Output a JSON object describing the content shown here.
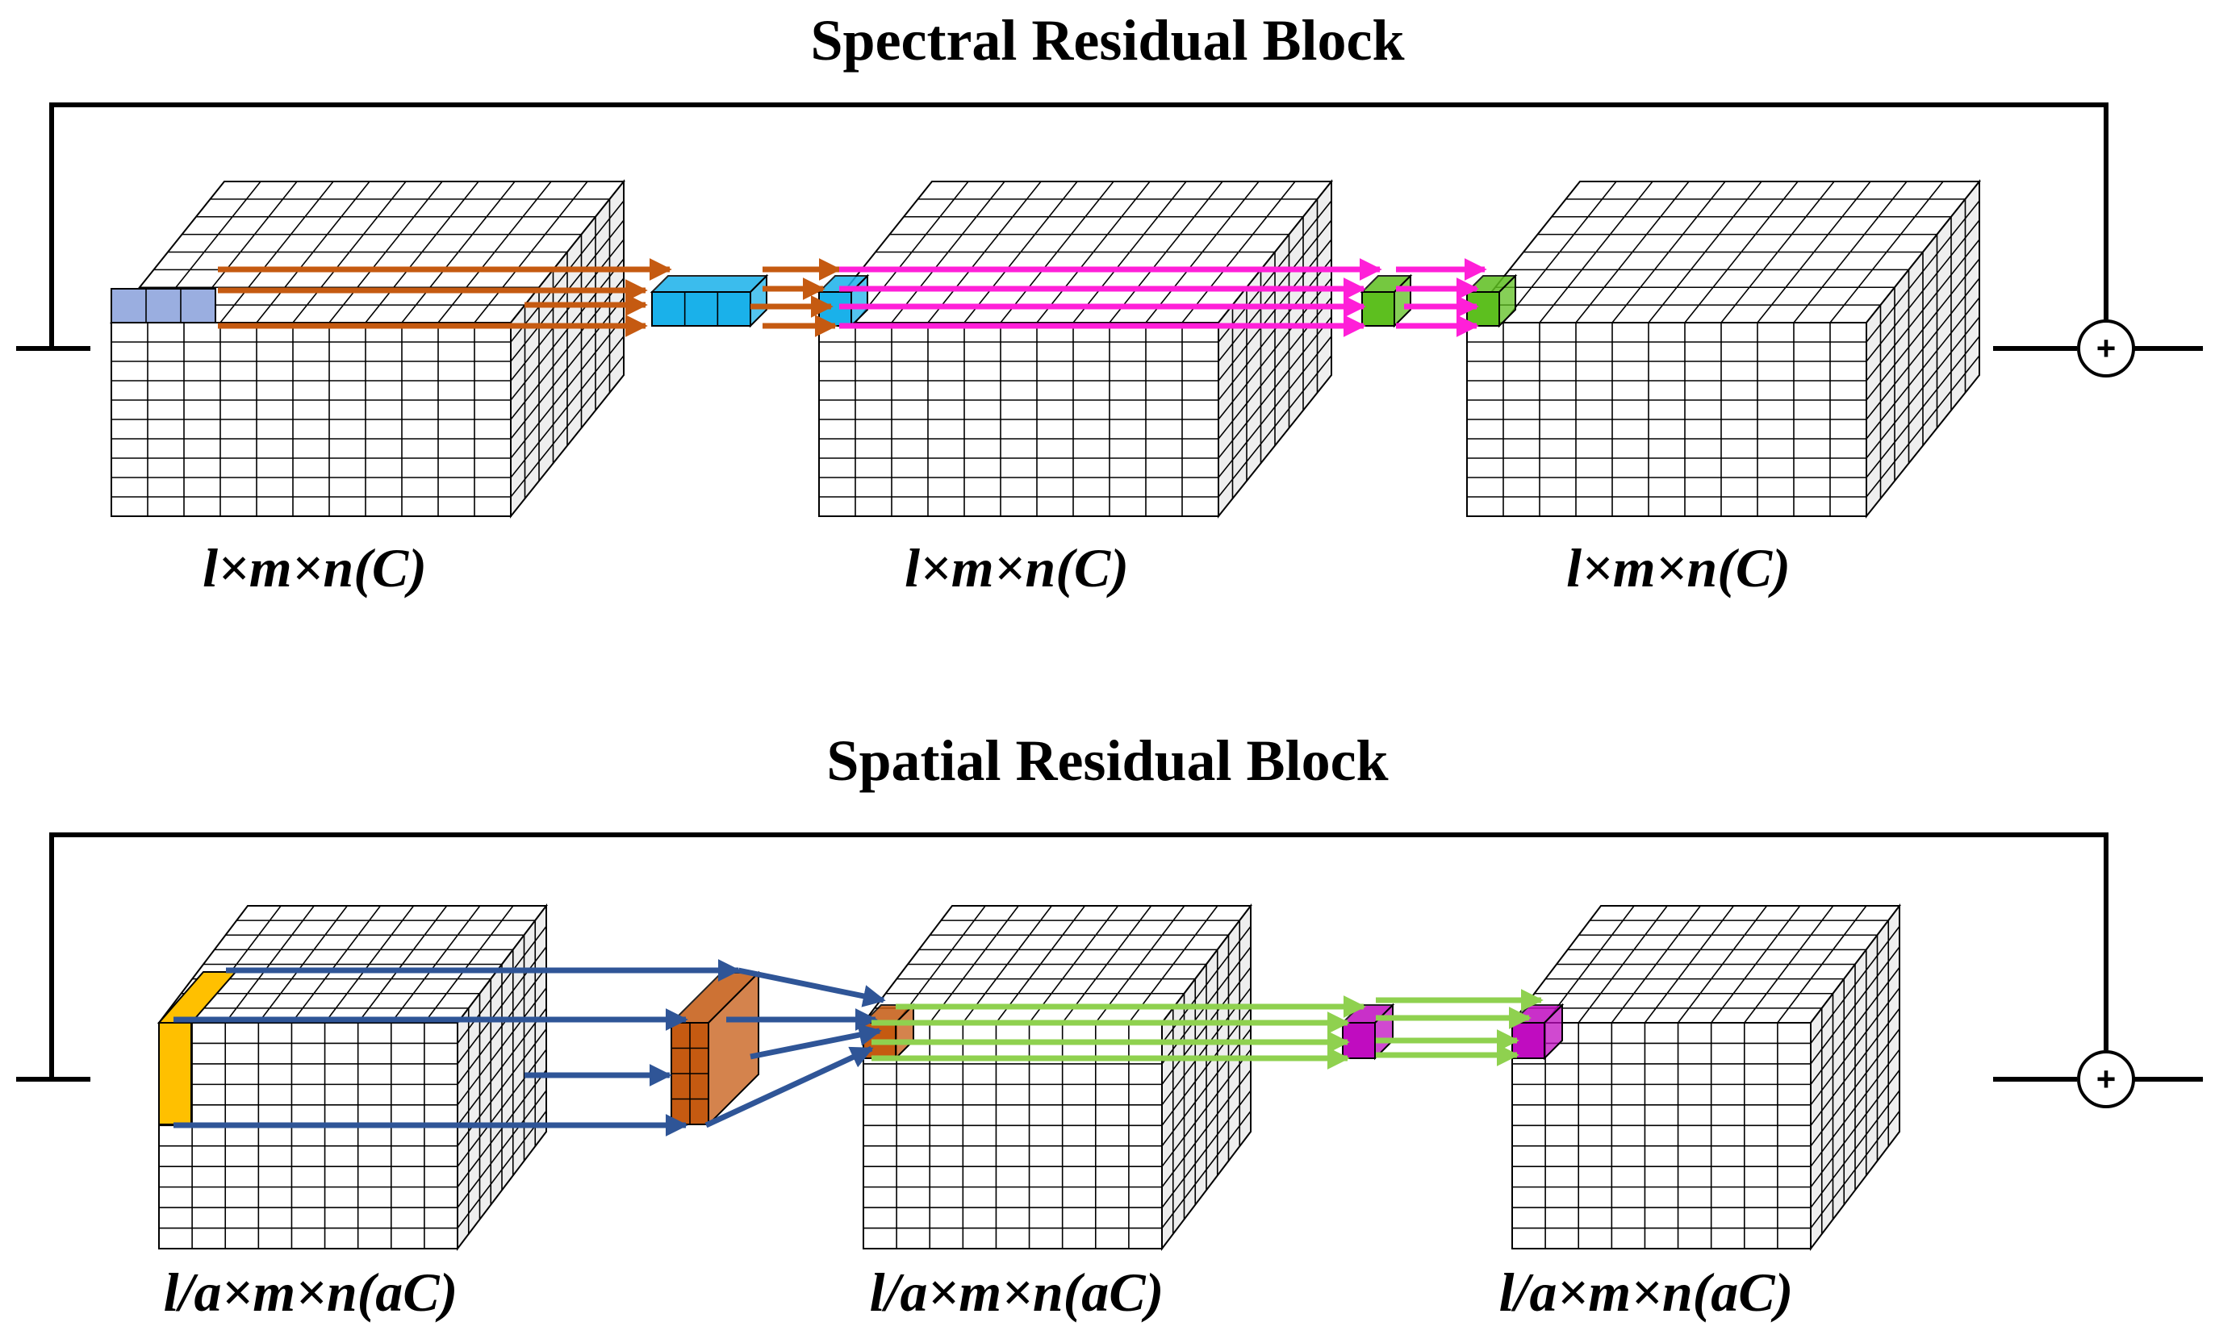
{
  "blocks": [
    {
      "id": "spectral",
      "title": "Spectral Residual Block",
      "labels": [
        "l×m×n(C)",
        "l×m×n(C)",
        "l×m×n(C)"
      ],
      "plus_symbol": "+",
      "colors": {
        "input_kernel": "#9aaee0",
        "kernel": "#1ab1ea",
        "mid_kernel": "#1ab1ea",
        "output_kernel": "#5dbf1f",
        "arrows_in": "#c55a11",
        "arrows_out": "#ff1fd8"
      }
    },
    {
      "id": "spatial",
      "title": "Spatial Residual Block",
      "labels": [
        "l/a×m×n(aC)",
        "l/a×m×n(aC)",
        "l/a×m×n(aC)"
      ],
      "plus_symbol": "+",
      "colors": {
        "input_kernel": "#ffc000",
        "kernel": "#c55a11",
        "mid_kernel": "#c55a11",
        "output_kernel": "#c00cc0",
        "arrows_in": "#2f5597",
        "arrows_out": "#8fd14f"
      }
    }
  ],
  "colors": {
    "line": "#000000",
    "cube_front": "#ffffff",
    "cube_top": "#ffffff",
    "cube_side": "#eeeeee",
    "grid": "#000000"
  },
  "icons": [
    "plus-circle-icon",
    "arrow-right-icon",
    "arrow-down-icon"
  ]
}
